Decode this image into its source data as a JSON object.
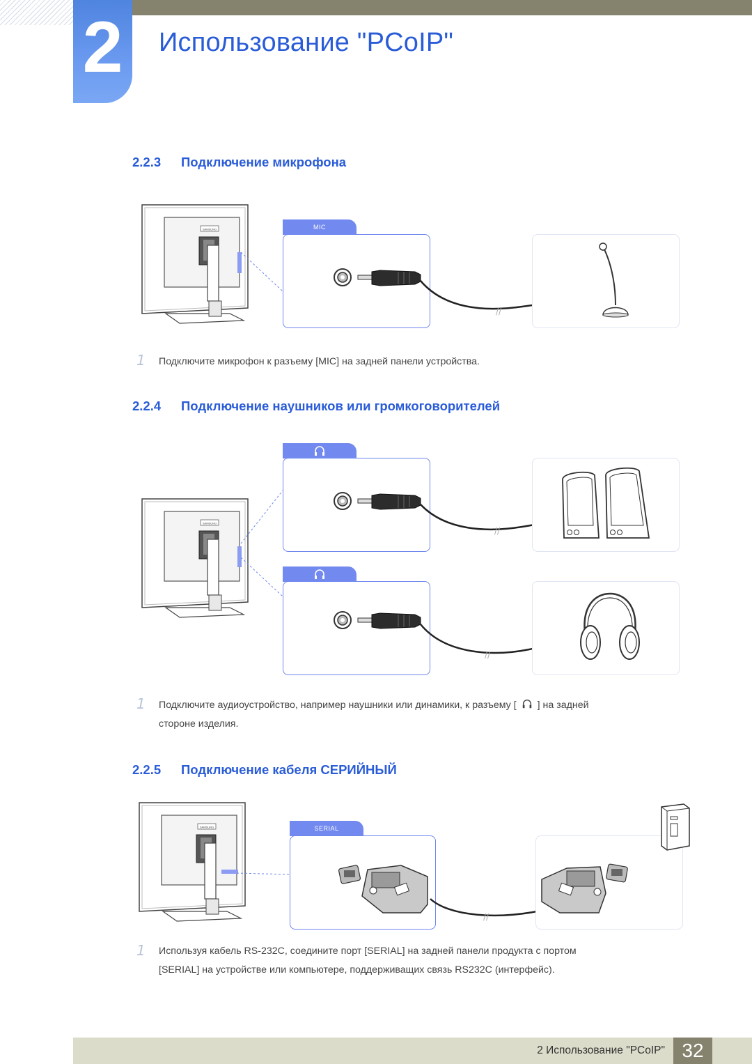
{
  "chapter": {
    "number": "2",
    "title": "Использование \"PCoIP\""
  },
  "sections": [
    {
      "number": "2.2.3",
      "title": "Подключение микрофона",
      "port_label": "MIC",
      "steps": [
        {
          "index": "1",
          "text": "Подключите микрофон к разъему [MIC] на задней панели устройства."
        }
      ]
    },
    {
      "number": "2.2.4",
      "title": "Подключение наушников или громкоговорителей",
      "port_icon": "headphone-icon",
      "steps": [
        {
          "index": "1",
          "text_before": "Подключите аудиоустройство, например наушники или динамики, к разъему [",
          "text_after": "] на задней",
          "text_line2": "стороне изделия."
        }
      ]
    },
    {
      "number": "2.2.5",
      "title": "Подключение кабеля СЕРИЙНЫЙ",
      "port_label": "SERIAL",
      "steps": [
        {
          "index": "1",
          "line1": "Используя кабель RS-232C, соедините порт [SERIAL] на задней панели продукта с портом",
          "line2": "[SERIAL] на устройстве или компьютере, поддерживащих связь RS232C (интерфейс)."
        }
      ]
    }
  ],
  "monitor_logo": "SAMSUNG",
  "footer": {
    "chapter_label": "2 Использование \"PCoIP\"",
    "page_number": "32"
  },
  "colors": {
    "accent_blue": "#2a5cd8",
    "panel_blue": "#7289ef",
    "footer_olive": "#85826d",
    "footer_light": "#dcdccb"
  }
}
